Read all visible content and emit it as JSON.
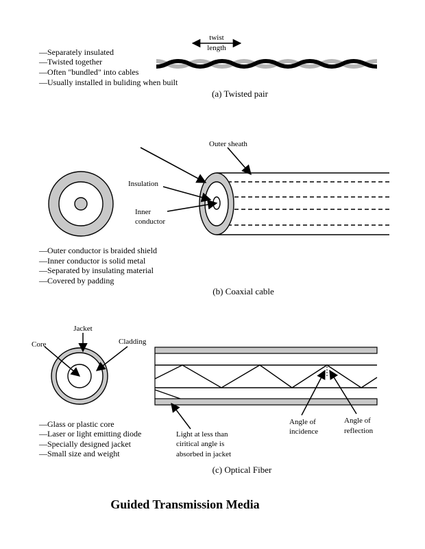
{
  "twisted_pair": {
    "twist_label_1": "twist",
    "twist_label_2": "length",
    "notes": [
      "—Separately insulated",
      "—Twisted together",
      "—Often \"bundled\" into cables",
      "—Usually installed in buliding when built"
    ],
    "caption": "(a) Twisted pair"
  },
  "coaxial": {
    "outer_sheath": "Outer sheath",
    "insulation": "Insulation",
    "inner_conductor_1": "Inner",
    "inner_conductor_2": "conductor",
    "notes": [
      "—Outer conductor is braided shield",
      "—Inner conductor is solid metal",
      "—Separated by insulating material",
      "—Covered by padding"
    ],
    "caption": "(b) Coaxial cable"
  },
  "optical": {
    "jacket": "Jacket",
    "core": "Core",
    "cladding": "Cladding",
    "notes": [
      "—Glass or plastic core",
      "—Laser or light emitting diode",
      "—Specially designed jacket",
      "—Small size and weight"
    ],
    "absorbed_label": [
      "Light at less than",
      "ciritical angle is",
      "absorbed in jacket"
    ],
    "incidence_label": [
      "Angle of",
      "incidence"
    ],
    "reflection_label": [
      "Angle of",
      "reflection"
    ],
    "caption": "(c) Optical Fiber"
  },
  "page_title": "Guided Transmission Media",
  "colors": {
    "gray_fill": "#c8c8c8",
    "line": "#000000"
  }
}
